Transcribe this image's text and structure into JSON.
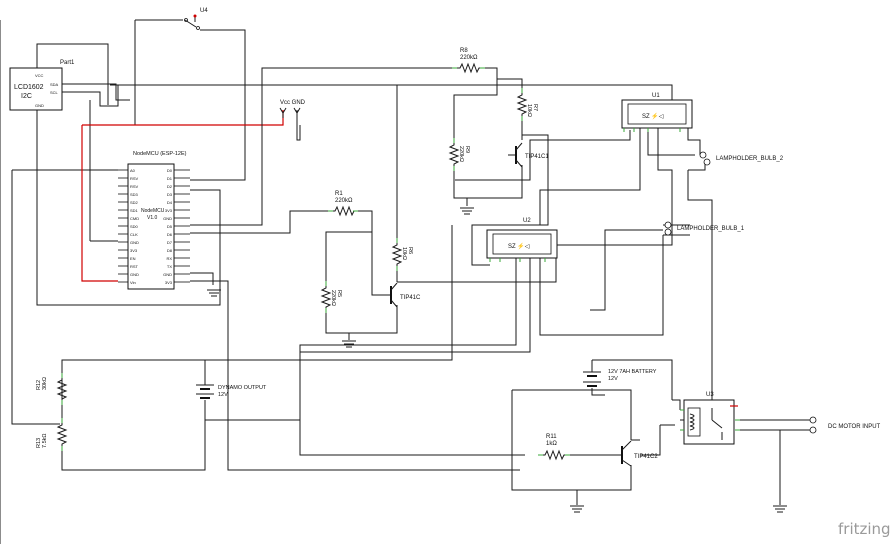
{
  "parts": {
    "part1": {
      "label": "Part1",
      "display": "LCD1602",
      "interface": "I2C",
      "pins": [
        "VCC",
        "GND",
        "SDA",
        "SCL"
      ]
    },
    "u4": {
      "label": "U4"
    },
    "vcc_gnd": {
      "label": "Vcc GND"
    },
    "mcu": {
      "title": "NodeMCU (ESP-12E)",
      "center_line1": "NodeMCU",
      "center_line2": "V1.0",
      "left_pins": [
        "A0",
        "RSV",
        "RSV",
        "SD3",
        "SD2",
        "SD1",
        "CMD",
        "SD0",
        "CLK",
        "GND",
        "3V3",
        "EN",
        "RST",
        "GND",
        "Vin"
      ],
      "right_pins": [
        "D0",
        "D1",
        "D2",
        "D3",
        "D4",
        "3V3",
        "GND",
        "D5",
        "D6",
        "D7",
        "D8",
        "RX",
        "TX",
        "GND",
        "3V3"
      ]
    },
    "r8": {
      "name": "R8",
      "value": "220kΩ"
    },
    "r7": {
      "name": "R7",
      "value": "10kΩ"
    },
    "r9": {
      "name": "R9",
      "value": "220kΩ"
    },
    "r1": {
      "name": "R1",
      "value": "220kΩ"
    },
    "r6": {
      "name": "R6",
      "value": "10kΩ"
    },
    "r5": {
      "name": "R5",
      "value": "220kΩ"
    },
    "r12": {
      "name": "R12",
      "value": "30kΩ"
    },
    "r13": {
      "name": "R13",
      "value": "7.5kΩ"
    },
    "r11": {
      "name": "R11",
      "value": "1kΩ"
    },
    "q1": {
      "name": "TIP41C1"
    },
    "q2": {
      "name": "TIP41C"
    },
    "q3": {
      "name": "TIP41C2"
    },
    "u1": {
      "name": "U1"
    },
    "u2": {
      "name": "U2"
    },
    "u3": {
      "name": "U3"
    },
    "lamp2": {
      "name": "LAMPHOLDER_BULB_2"
    },
    "lamp1": {
      "name": "LAMPHOLDER_BULB_1"
    },
    "dynamo": {
      "line1": "DYNAMO OUTPUT",
      "line2": "12V"
    },
    "battery": {
      "line1": "12V 7AH BATTERY",
      "line2": "12V"
    },
    "motor": {
      "name": "DC MOTOR INPUT"
    }
  },
  "branding": {
    "logo": "fritzing"
  },
  "colors": {
    "wire": "#1a1a1a",
    "power_wire": "#d00000",
    "pin_end": "#38a838",
    "background": "#ffffff"
  }
}
